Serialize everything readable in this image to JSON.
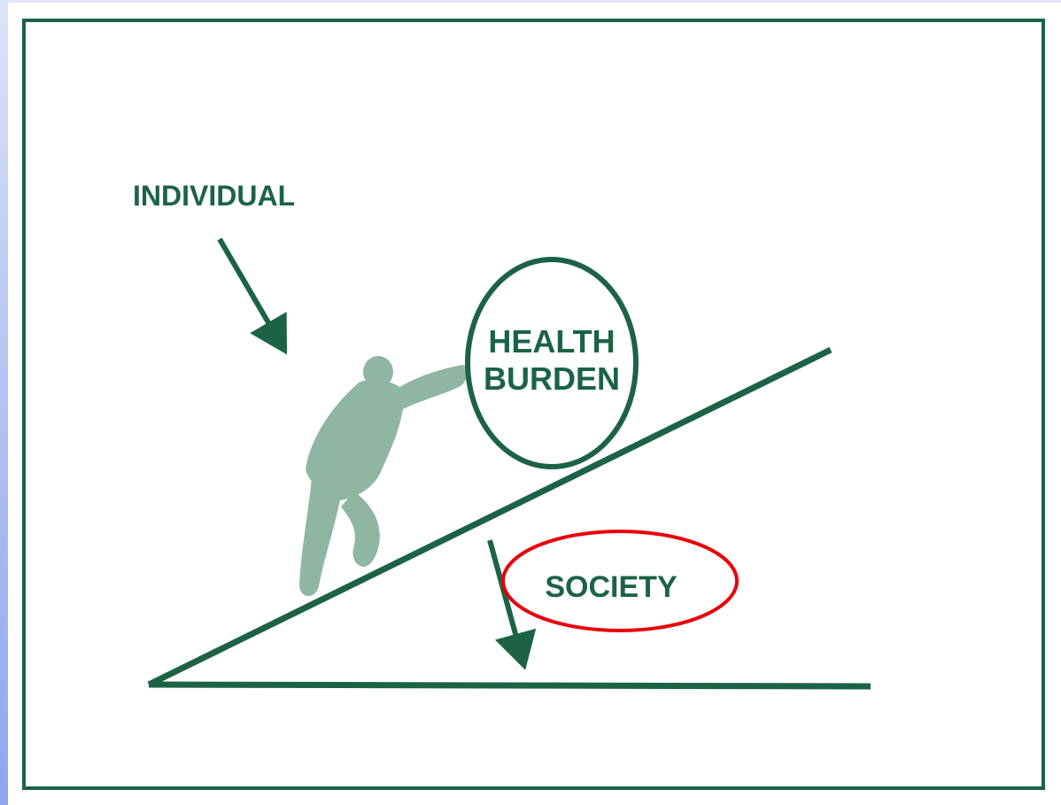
{
  "labels": {
    "individual": "INDIVIDUAL",
    "health_line1": "HEALTH",
    "health_line2": "BURDEN",
    "society": "SOCIETY"
  },
  "colors": {
    "primary_green": "#1c6346",
    "figure_green": "#8fb6a3",
    "highlight_red": "#e8000b",
    "side_strip": "#a9bdf2"
  },
  "icons": {
    "person": "person-pushing-icon"
  }
}
